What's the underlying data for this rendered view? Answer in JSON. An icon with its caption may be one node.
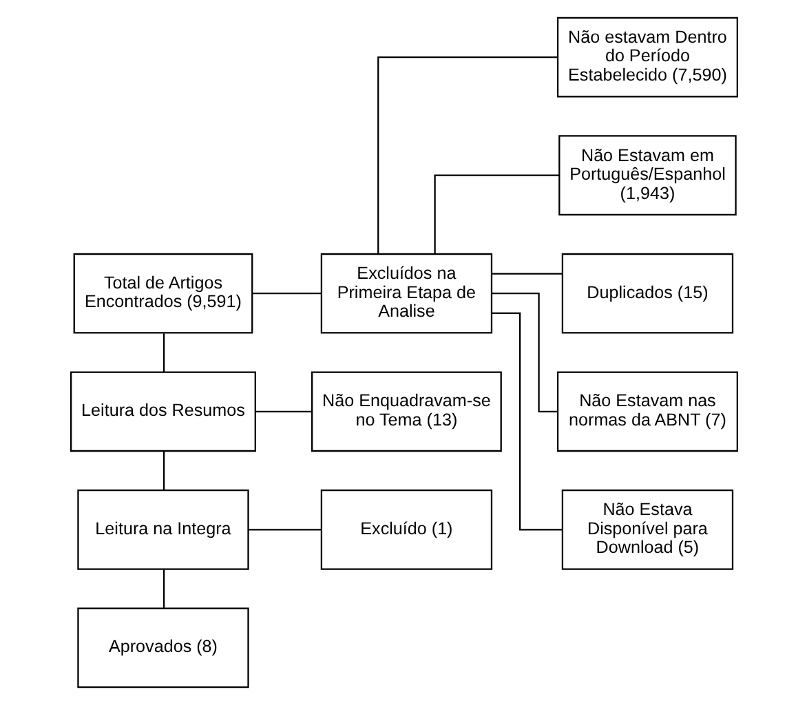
{
  "diagram": {
    "nodes": [
      {
        "text": [
          "Total de Artigos Encontrados (9,591)"
        ]
      },
      {
        "text": [
          "Excluídos na Primeira Etapa de Analise"
        ]
      },
      {
        "text": [
          "Não estavam Dentro do Período Estabelecido (7,590)"
        ]
      },
      {
        "text": [
          "Não Estavam em Português/Espanhol (1,943)"
        ]
      },
      {
        "text": [
          "Duplicados (15)"
        ]
      },
      {
        "text": [
          "Não Estavam nas normas da ABNT (7)"
        ]
      },
      {
        "text": [
          "Não Estava Disponível para Download (5)"
        ]
      },
      {
        "text": [
          "Leitura dos Resumos"
        ]
      },
      {
        "text": [
          "Não Enquadravam-se no Tema (13)"
        ]
      },
      {
        "text": [
          "Leitura na Integra"
        ]
      },
      {
        "text": [
          "Excluído (1)"
        ]
      },
      {
        "text": [
          "Aprovados (8)"
        ]
      }
    ],
    "edges": [
      {
        "from": 0,
        "to": 1,
        "arrow": "none"
      },
      {
        "from": 1,
        "to": 2,
        "arrow": "none"
      },
      {
        "from": 1,
        "to": 3,
        "arrow": "none"
      },
      {
        "from": 1,
        "to": 4,
        "arrow": "none"
      },
      {
        "from": 1,
        "to": 5,
        "arrow": "none"
      },
      {
        "from": 1,
        "to": 6,
        "arrow": "none"
      },
      {
        "from": 0,
        "to": 7,
        "arrow": "none"
      },
      {
        "from": 7,
        "to": 8,
        "arrow": "none"
      },
      {
        "from": 7,
        "to": 9,
        "arrow": "none"
      },
      {
        "from": 9,
        "to": 10,
        "arrow": "none"
      },
      {
        "from": 9,
        "to": 11,
        "arrow": "none"
      }
    ]
  }
}
